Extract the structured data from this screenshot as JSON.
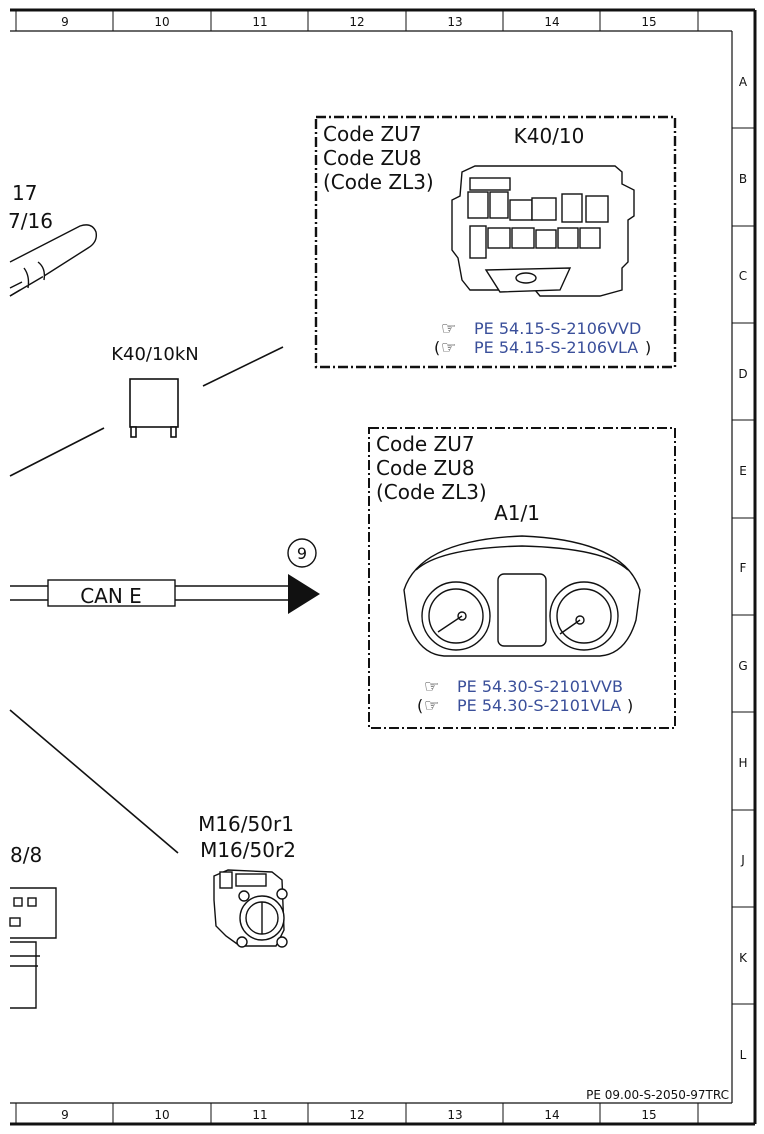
{
  "columns": [
    "9",
    "10",
    "11",
    "12",
    "13",
    "14",
    "15"
  ],
  "rows": [
    "A",
    "B",
    "C",
    "D",
    "E",
    "F",
    "G",
    "H",
    "J",
    "K",
    "L"
  ],
  "labels": {
    "left_17": "17",
    "left_7_16": "7/16",
    "k40_10kn": "K40/10kN",
    "can_e": "CAN E",
    "marker_9": "9",
    "left_8_8": "8/8",
    "m16_50r1": "M16/50r1",
    "m16_50r2": "M16/50r2",
    "doc_ref": "PE 09.00-S-2050-97TRC"
  },
  "box_k40": {
    "code1": "Code ZU7",
    "code2": "Code ZU8",
    "code3": "(Code ZL3)",
    "component": "K40/10",
    "ref1": "PE 54.15-S-2106VVD",
    "ref2": "PE 54.15-S-2106VLA",
    "paren_open": "(",
    "paren_close": ")"
  },
  "box_a1": {
    "code1": "Code ZU7",
    "code2": "Code ZU8",
    "code3": "(Code ZL3)",
    "component": "A1/1",
    "ref1": "PE 54.30-S-2101VVB",
    "ref2": "PE 54.30-S-2101VLA",
    "paren_open": "(",
    "paren_close": ")"
  },
  "colors": {
    "link": "#3a4f9a",
    "ink": "#111111"
  }
}
